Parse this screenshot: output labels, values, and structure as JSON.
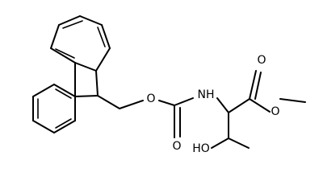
{
  "diagram": {
    "labels": {
      "ether_o": "O",
      "carbamate_o": "O",
      "amide_nh": "NH",
      "ester_o": "O",
      "ester_methoxy_o": "O",
      "hydroxyl": "HO"
    }
  }
}
